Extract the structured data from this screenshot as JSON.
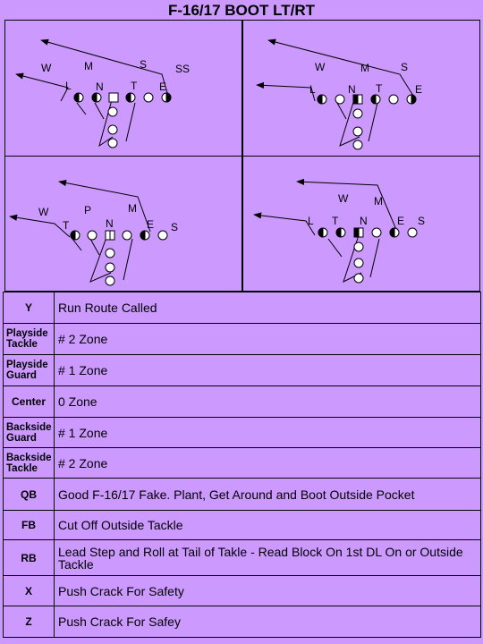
{
  "title": "F-16/17 BOOT LT/RT",
  "diagrams": [
    {
      "labels": [
        "W",
        "M",
        "S",
        "SS",
        "L",
        "N",
        "T",
        "E"
      ]
    },
    {
      "labels": [
        "W",
        "M",
        "S",
        "L",
        "N",
        "T",
        "E"
      ]
    },
    {
      "labels": [
        "W",
        "P",
        "M",
        "T",
        "N",
        "E",
        "S"
      ]
    },
    {
      "labels": [
        "W",
        "M",
        "L",
        "T",
        "N",
        "E",
        "S"
      ]
    }
  ],
  "assignments": [
    {
      "position": "Y",
      "assignment": "Run Route Called"
    },
    {
      "position": "Playside Tackle",
      "assignment": "# 2 Zone"
    },
    {
      "position": "Playside Guard",
      "assignment": "# 1 Zone"
    },
    {
      "position": "Center",
      "assignment": "0 Zone"
    },
    {
      "position": "Backside Guard",
      "assignment": "# 1 Zone"
    },
    {
      "position": "Backside Tackle",
      "assignment": "# 2 Zone"
    },
    {
      "position": "QB",
      "assignment": "Good F-16/17 Fake.  Plant, Get Around and Boot Outside Pocket"
    },
    {
      "position": "FB",
      "assignment": "Cut Off Outside Tackle"
    },
    {
      "position": "RB",
      "assignment": "Lead Step and Roll at Tail of Takle - Read Block On 1st DL On or Outside Tackle"
    },
    {
      "position": "X",
      "assignment": "Push Crack For Safety"
    },
    {
      "position": "Z",
      "assignment": "Push Crack For Safey"
    }
  ]
}
